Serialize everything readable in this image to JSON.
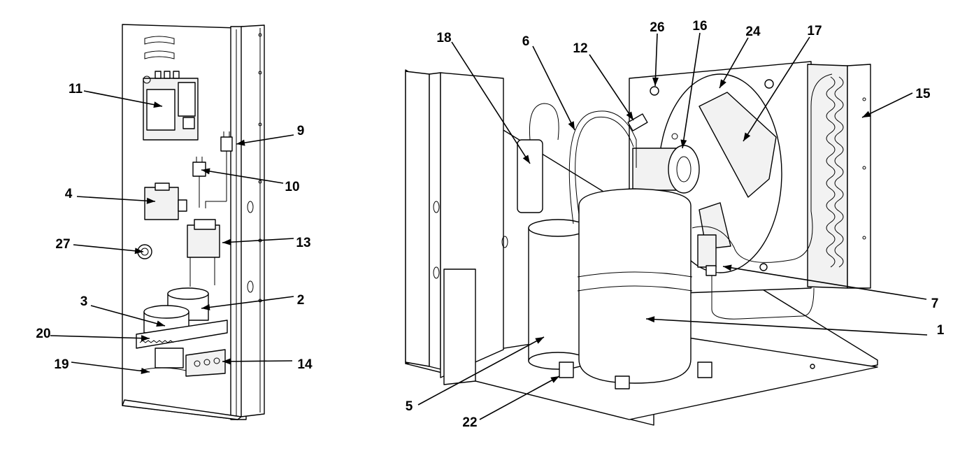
{
  "figure": {
    "labels": [
      "11",
      "9",
      "10",
      "4",
      "27",
      "13",
      "3",
      "2",
      "20",
      "19",
      "14",
      "18",
      "6",
      "12",
      "26",
      "16",
      "24",
      "17",
      "15",
      "7",
      "1",
      "5",
      "22"
    ]
  }
}
